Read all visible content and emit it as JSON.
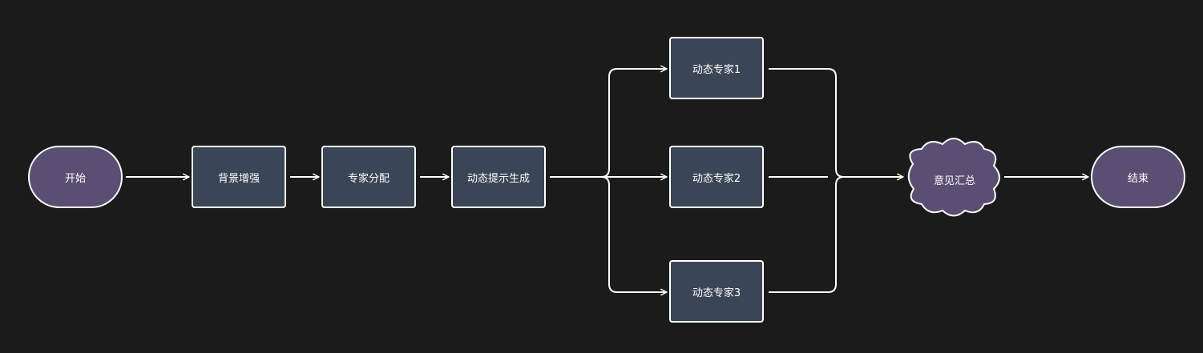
{
  "colors": {
    "background": "#1b1b1b",
    "terminal_fill": "#5a4f73",
    "process_fill": "#3a4556",
    "stroke": "#ffffff"
  },
  "nodes": {
    "start": "开始",
    "background_enhance": "背景增强",
    "expert_assign": "专家分配",
    "dynamic_prompt": "动态提示生成",
    "expert1": "动态专家1",
    "expert2": "动态专家2",
    "expert3": "动态专家3",
    "summary": "意见汇总",
    "end": "结束"
  }
}
